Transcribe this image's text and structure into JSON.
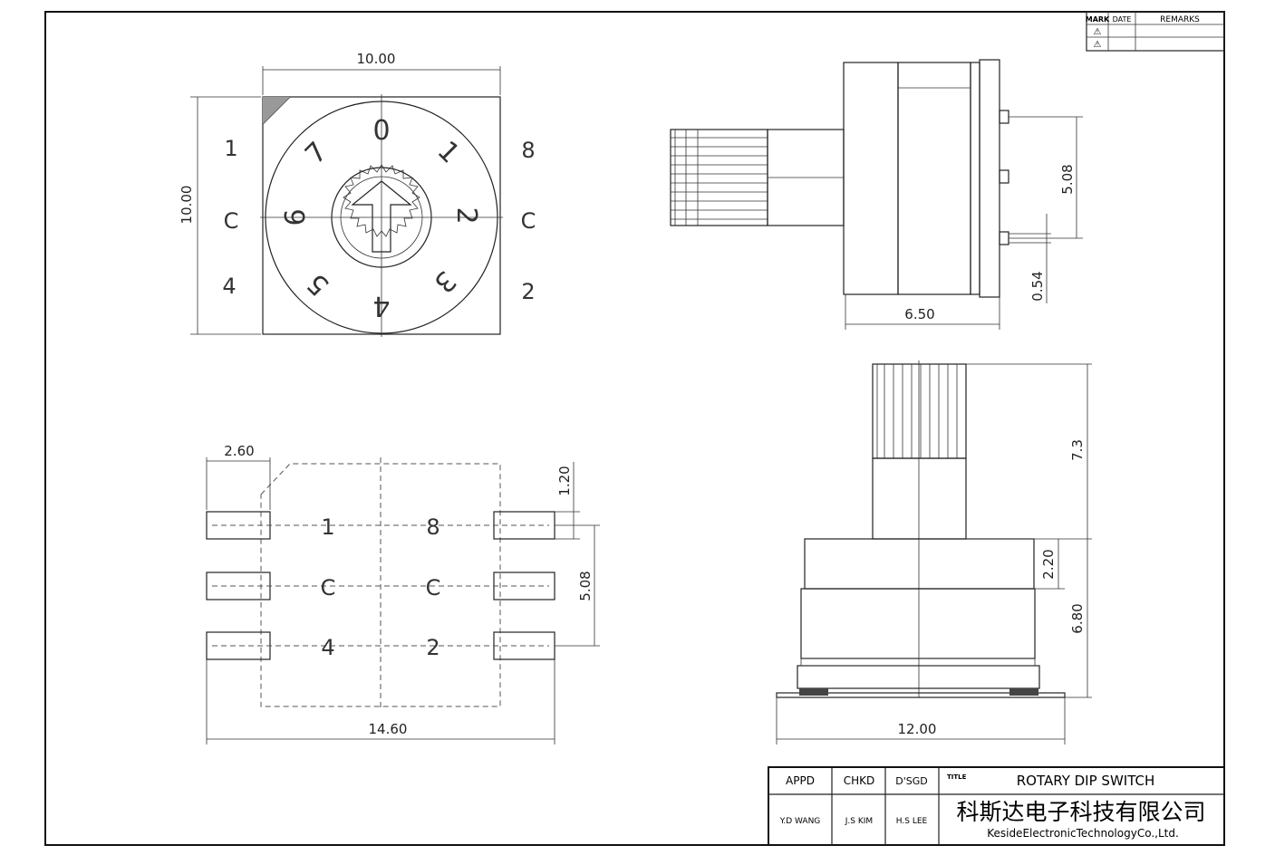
{
  "revision_table": {
    "headers": [
      "MARK",
      "DATE",
      "REMARKS"
    ],
    "rows": [
      [
        "⚠",
        "",
        ""
      ],
      [
        "⚠",
        "",
        ""
      ]
    ]
  },
  "top_view": {
    "width_dim": "10.00",
    "height_dim": "10.00",
    "left_pins": [
      "1",
      "C",
      "4"
    ],
    "right_pins": [
      "8",
      "C",
      "2"
    ],
    "dial_numbers": [
      "0",
      "1",
      "2",
      "3",
      "4",
      "5",
      "6",
      "7"
    ]
  },
  "side_view": {
    "pitch_dim": "5.08",
    "pin_dim": "0.54",
    "body_dim": "6.50"
  },
  "footprint": {
    "pad_width_dim": "2.60",
    "pad_height_dim": "1.20",
    "pitch_dim": "5.08",
    "total_dim": "14.60",
    "left_labels": [
      "1",
      "C",
      "4"
    ],
    "right_labels": [
      "8",
      "C",
      "2"
    ]
  },
  "front_view": {
    "shaft_dim": "7.3",
    "collar_dim": "2.20",
    "body_dim": "6.80",
    "width_dim": "12.00"
  },
  "title_block": {
    "appd_label": "APPD",
    "chkd_label": "CHKD",
    "dsgd_label": "D'SGD",
    "title_label": "TITLE",
    "appd_name": "Y.D WANG",
    "chkd_name": "J.S KIM",
    "dsgd_name": "H.S LEE",
    "title": "ROTARY DIP SWITCH",
    "company_cn": "科斯达电子科技有限公司",
    "company_en": "KesideElectronicTechnologyCo.,Ltd."
  }
}
